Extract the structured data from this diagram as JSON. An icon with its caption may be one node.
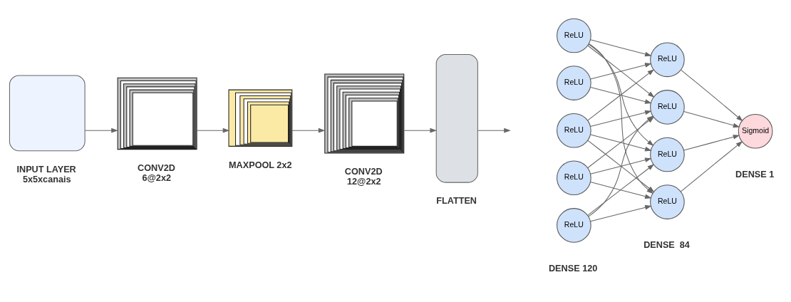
{
  "diagram": {
    "nodes": [
      {
        "text": [],
        "shape": "box",
        "beside": [
          "INPUT LAYER",
          "5x5xcanais"
        ]
      },
      {
        "text": [],
        "shape": "box",
        "beside": [
          "CONV2D",
          "6@2x2"
        ]
      },
      {
        "text": [],
        "shape": "box",
        "beside": [
          "MAXPOOL 2x2"
        ]
      },
      {
        "text": [],
        "shape": "box",
        "beside": [
          "CONV2D",
          "12@2x2"
        ]
      },
      {
        "text": [],
        "shape": "bar",
        "beside": [
          "FLATTEN"
        ]
      },
      {
        "text": [
          "ReLU"
        ]
      },
      {
        "text": [
          "ReLU"
        ]
      },
      {
        "text": [
          "ReLU"
        ]
      },
      {
        "text": [
          "ReLU"
        ]
      },
      {
        "text": [
          "ReLU"
        ]
      },
      {
        "text": [
          "ReLU"
        ]
      },
      {
        "text": [
          "ReLU"
        ]
      },
      {
        "text": [
          "ReLU"
        ]
      },
      {
        "text": [
          "ReLU"
        ]
      },
      {
        "text": [
          "Sigmoid"
        ]
      }
    ],
    "edges": [
      {
        "from": 0,
        "to": 1,
        "arrow": "to"
      },
      {
        "from": 1,
        "to": 2,
        "arrow": "to"
      },
      {
        "from": 2,
        "to": 3,
        "arrow": "to"
      },
      {
        "from": 3,
        "to": 4,
        "arrow": "to"
      },
      {
        "from": 4,
        "to": null,
        "arrow": "to"
      },
      {
        "from": 5,
        "to": 10,
        "arrow": "to"
      },
      {
        "from": 5,
        "to": 11,
        "arrow": "to"
      },
      {
        "from": 5,
        "to": 12,
        "arrow": "to"
      },
      {
        "from": 5,
        "to": 13,
        "arrow": "to"
      },
      {
        "from": 6,
        "to": 10,
        "arrow": "to"
      },
      {
        "from": 6,
        "to": 11,
        "arrow": "to"
      },
      {
        "from": 7,
        "to": 10,
        "arrow": "to"
      },
      {
        "from": 7,
        "to": 11,
        "arrow": "to"
      },
      {
        "from": 7,
        "to": 12,
        "arrow": "to"
      },
      {
        "from": 7,
        "to": 13,
        "arrow": "to"
      },
      {
        "from": 8,
        "to": 11,
        "arrow": "to"
      },
      {
        "from": 8,
        "to": 12,
        "arrow": "to"
      },
      {
        "from": 8,
        "to": 13,
        "arrow": "to"
      },
      {
        "from": 9,
        "to": 11,
        "arrow": "to"
      },
      {
        "from": 9,
        "to": 12,
        "arrow": "to"
      },
      {
        "from": 9,
        "to": 13,
        "arrow": "to"
      },
      {
        "from": 10,
        "to": 14,
        "arrow": "to"
      },
      {
        "from": 11,
        "to": 14,
        "arrow": "to"
      },
      {
        "from": 12,
        "to": 14,
        "arrow": "to"
      },
      {
        "from": 13,
        "to": 14,
        "arrow": "to"
      }
    ],
    "labels": [
      "DENSE 120",
      "DENSE  84",
      "DENSE 1"
    ]
  }
}
